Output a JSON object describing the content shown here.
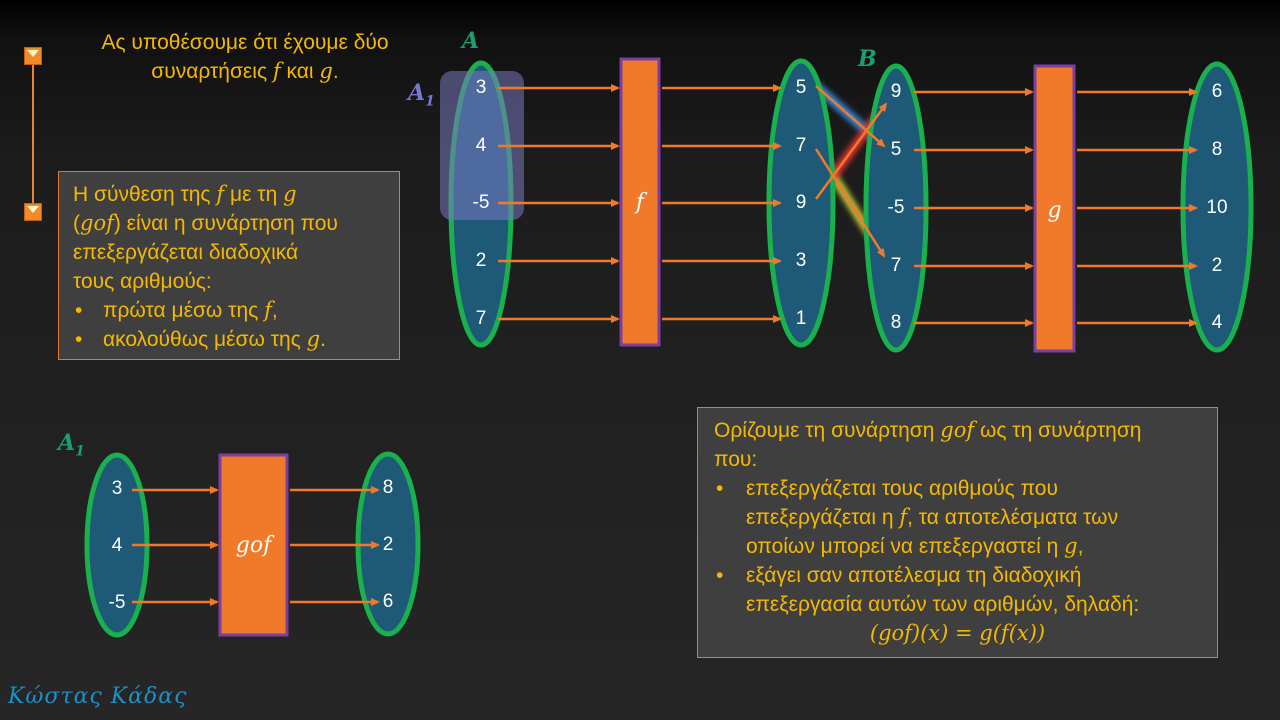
{
  "intro": {
    "line1": "Ας υποθέσουμε ότι έχουμε δύο",
    "line2_pre": "συναρτήσεις ",
    "f": "f",
    "and": " και ",
    "g": "g",
    "end": "."
  },
  "composition_box": {
    "l1_pre": "Η σύνθεση της ",
    "l1_f": "f",
    "l1_mid": " με τη ",
    "l1_g": "g",
    "l2_open": "(",
    "l2_gof": "gof",
    "l2_rest": ") είναι η συνάρτηση που",
    "l3": "επεξεργάζεται διαδοχικά",
    "l4": "τους αριθμούς:",
    "b1_pre": "πρώτα μέσω της ",
    "b1_f": "f",
    "b1_end": ",",
    "b2_pre": "ακολούθως μέσω της ",
    "b2_g": "g",
    "b2_end": "."
  },
  "definition_box": {
    "l1_pre": "Ορίζουμε τη συνάρτηση ",
    "l1_gof": "gof",
    "l1_post": " ως τη συνάρτηση",
    "l2": "που:",
    "b1_l1": "επεξεργάζεται τους αριθμούς που",
    "b1_l2_pre": "επεξεργάζεται η ",
    "b1_l2_f": "f",
    "b1_l2_post": ", τα αποτελέσματα των",
    "b1_l3_pre": "οποίων μπορεί να επεξεργαστεί η ",
    "b1_l3_g": "g",
    "b1_l3_post": ",",
    "b2_l1": "εξάγει σαν αποτέλεσμα τη διαδοχική",
    "b2_l2": "επεξεργασία αυτών των αριθμών, δηλαδή:",
    "formula": "(gof)(x) = g(f(x))"
  },
  "sets": {
    "A_label": "A",
    "A1_label": "A",
    "A1_sub": "1",
    "B_label": "B",
    "A1_bottom_label": "A",
    "A1_bottom_sub": "1",
    "A": [
      "3",
      "4",
      "-5",
      "2",
      "7"
    ],
    "fA": [
      "5",
      "7",
      "9",
      "3",
      "1"
    ],
    "B": [
      "9",
      "5",
      "-5",
      "7",
      "8"
    ],
    "gB": [
      "6",
      "8",
      "10",
      "2",
      "4"
    ],
    "A1": [
      "3",
      "4",
      "-5"
    ],
    "gofA1": [
      "8",
      "2",
      "6"
    ]
  },
  "functions": {
    "f": "f",
    "g": "g",
    "gof": "gof"
  },
  "author": "Κώστας Κάδας",
  "colors": {
    "ellipse_fill": "#1e5a78",
    "ellipse_stroke": "#1ab04e",
    "box_fill": "#f07a2a",
    "box_stroke": "#7a3fa0",
    "text": "#f5b800",
    "highlight": "#6a6aa8"
  }
}
